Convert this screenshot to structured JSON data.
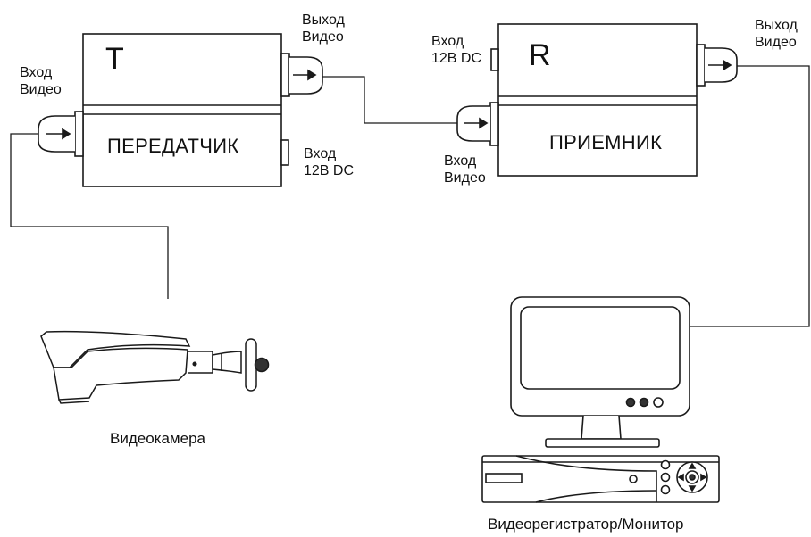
{
  "transmitter": {
    "letter": "T",
    "name": "ПЕРЕДАТЧИК",
    "video_in": [
      "Вход",
      "Видео"
    ],
    "video_out": [
      "Выход",
      "Видео"
    ],
    "power_in": [
      "Вход",
      "12В DC"
    ]
  },
  "receiver": {
    "letter": "R",
    "name": "ПРИЕМНИК",
    "video_in": [
      "Вход",
      "Видео"
    ],
    "video_out": [
      "Выход",
      "Видео"
    ],
    "power_in": [
      "Вход",
      "12В DC"
    ]
  },
  "camera": {
    "caption": "Видеокамера",
    "icon": "camera-icon"
  },
  "recorder": {
    "caption": "Видеорегистратор/Монитор",
    "icon": "monitor-dvr-icon"
  },
  "colors": {
    "stroke": "#1a1a1a",
    "background": "#ffffff"
  }
}
